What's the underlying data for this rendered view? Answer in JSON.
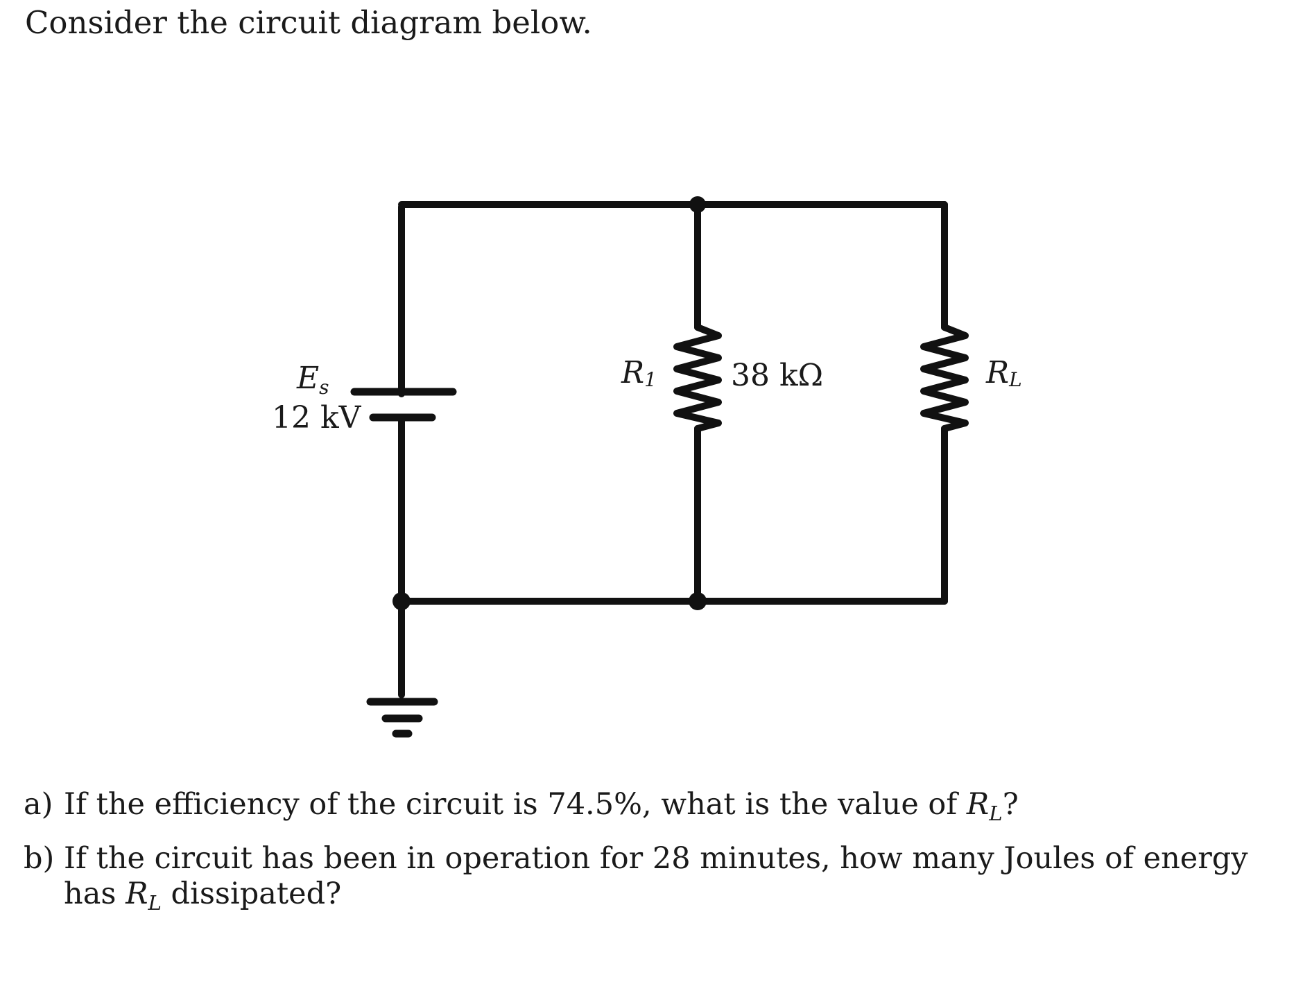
{
  "intro": "Consider the circuit diagram below.",
  "circuit": {
    "source": {
      "symbol": "E",
      "subscript": "s",
      "value": "12 kV"
    },
    "r1": {
      "symbol": "R",
      "subscript": "1",
      "value": "38 kΩ"
    },
    "rl": {
      "symbol": "R",
      "subscript": "L"
    },
    "ground": "ground-icon"
  },
  "questions": {
    "a": {
      "marker": "a)",
      "text_before": "If the efficiency of the circuit is 74.5%, what is the value of ",
      "symbol": "R",
      "subscript": "L",
      "text_after": "?"
    },
    "b": {
      "marker": "b)",
      "text_before": "If the circuit has been in operation for 28 minutes, how many Joules of energy has ",
      "symbol": "R",
      "subscript": "L",
      "text_after": " dissipated?"
    }
  }
}
